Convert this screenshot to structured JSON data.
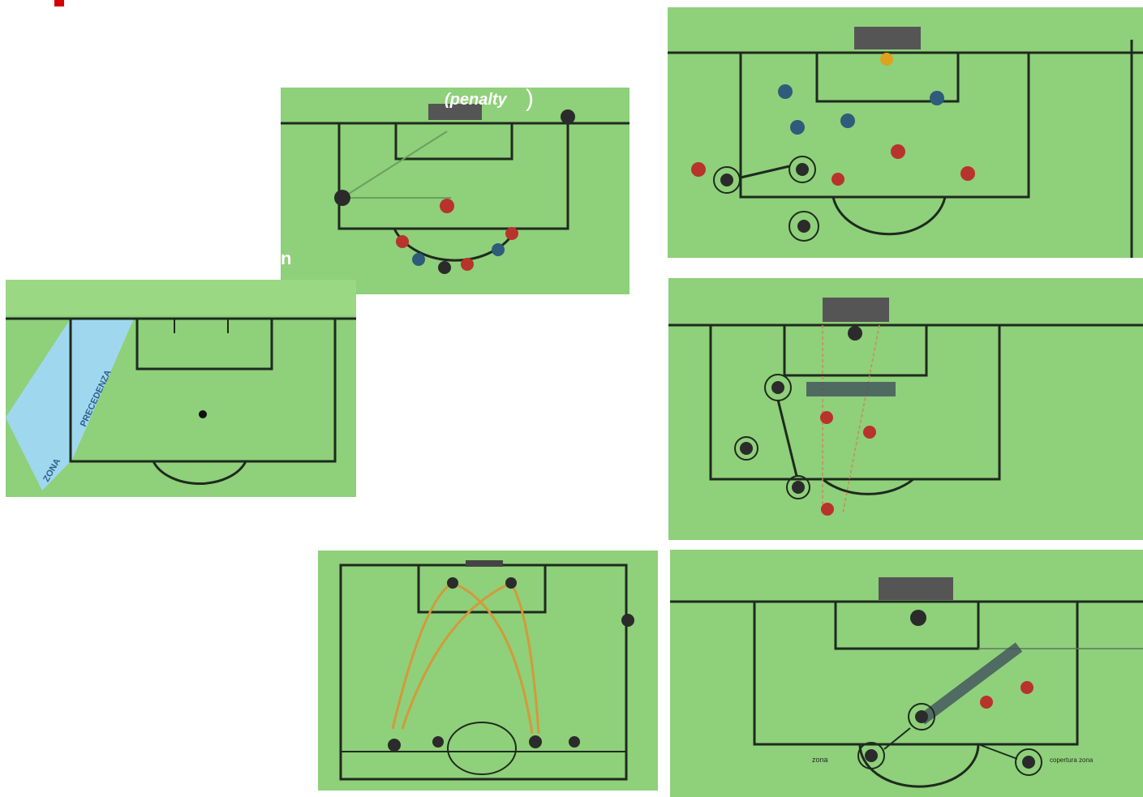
{
  "captions": {
    "penalty": "(penalty",
    "close_paren": ")",
    "fragment_n": "n"
  },
  "panels": {
    "zone_diagram": {
      "zone_label": "ZONA",
      "zone_label2": "PRECEDENZA"
    },
    "lower_right": {
      "left_label": "zona",
      "right_label": "copertura zona"
    }
  },
  "colors": {
    "pitch": "#8fd07a",
    "lines": "#1e2a1e",
    "zone": "#9fd8ee",
    "team_red": "#b8332b",
    "team_blue": "#2e5c7a",
    "arc_orange": "#d39a3a",
    "accent_red": "#d40000"
  }
}
